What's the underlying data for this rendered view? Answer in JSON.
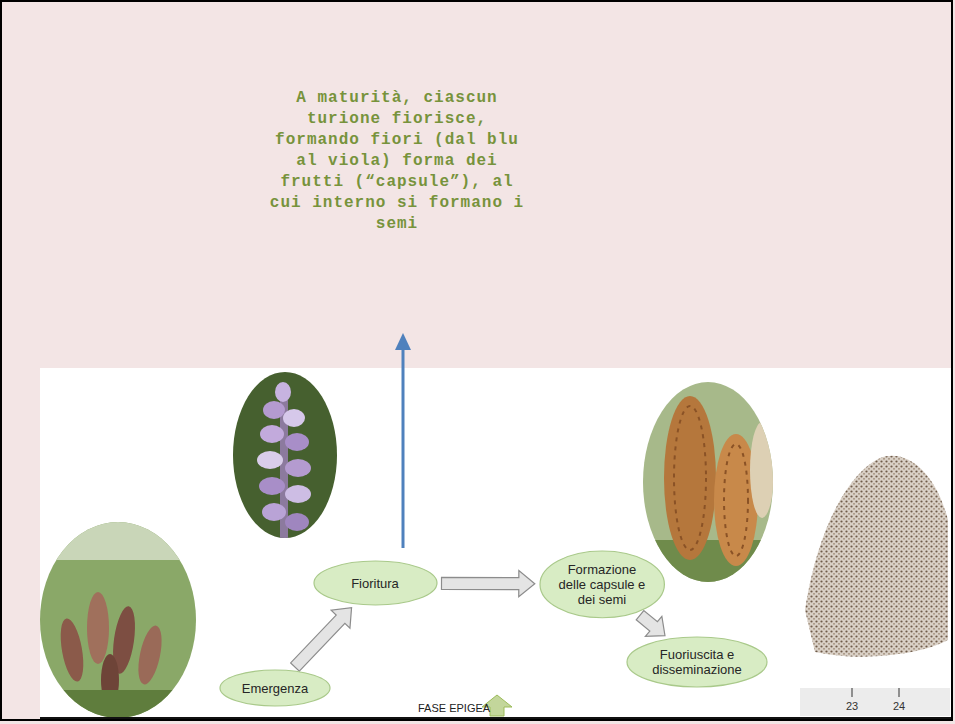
{
  "diagram": {
    "nodes": [
      {
        "text": [
          "Emergenza"
        ]
      },
      {
        "text": [
          "Fioritura"
        ]
      },
      {
        "text": [
          "Formazione delle capsule e dei semi"
        ]
      },
      {
        "text": [
          "Fuoriuscita e disseminazione"
        ]
      }
    ],
    "edges": [
      {
        "from": 0,
        "to": 1,
        "arrow": "to"
      },
      {
        "from": 1,
        "to": 2,
        "arrow": "to"
      },
      {
        "from": 2,
        "to": 3,
        "arrow": "to"
      }
    ],
    "labels": [
      "A maturità, ciascun turione fiorisce, formando fiori (dal blu al viola) forma dei frutti (“capsule”), al cui interno si formano i semi",
      "FASE EPIGEA",
      "23",
      "24"
    ]
  }
}
